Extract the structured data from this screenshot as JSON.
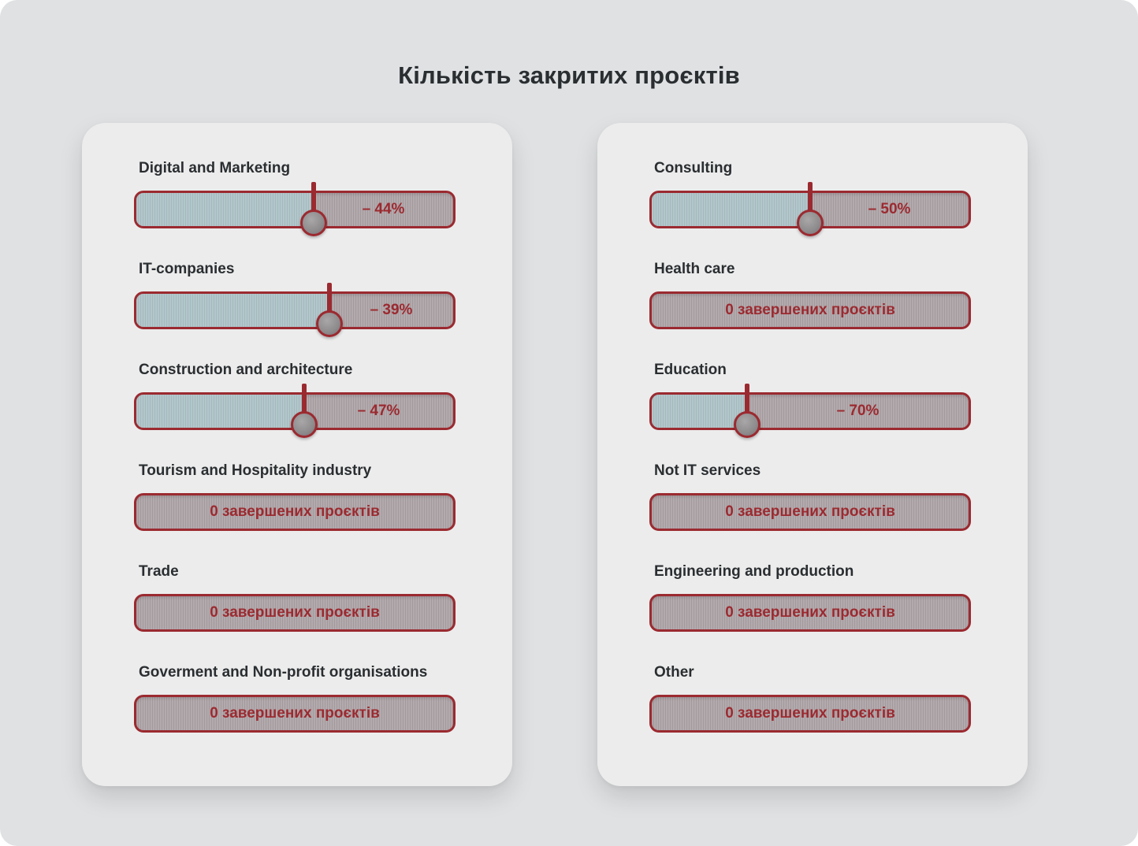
{
  "page": {
    "title": "Кількість закритих проєктів"
  },
  "colors": {
    "background": "#dfe1e3",
    "card": "#ececec",
    "accent_red": "#9b2a30",
    "fill_blue": "#b2c7cb",
    "track_grey": "#b3aaad",
    "text_dark": "#2a2e31"
  },
  "left_card": {
    "items": [
      {
        "label": "Digital and Marketing",
        "value_text": "– 44%",
        "fill_fraction": 0.56
      },
      {
        "label": "IT-companies",
        "value_text": "– 39%",
        "fill_fraction": 0.61
      },
      {
        "label": "Construction and architecture",
        "value_text": "– 47%",
        "fill_fraction": 0.53
      },
      {
        "label": "Tourism and Hospitality industry",
        "value_text": "0 завершених проєктів"
      },
      {
        "label": "Trade",
        "value_text": "0 завершених проєктів"
      },
      {
        "label": "Goverment and Non-profit organisations",
        "value_text": "0 завершених проєктів"
      }
    ]
  },
  "right_card": {
    "items": [
      {
        "label": "Consulting",
        "value_text": "– 50%",
        "fill_fraction": 0.5
      },
      {
        "label": "Health care",
        "value_text": "0 завершених проєктів"
      },
      {
        "label": "Education",
        "value_text": "– 70%",
        "fill_fraction": 0.3
      },
      {
        "label": "Not IT services",
        "value_text": "0 завершених проєктів"
      },
      {
        "label": "Engineering and production",
        "value_text": "0 завершених проєктів"
      },
      {
        "label": "Other",
        "value_text": "0 завершених проєктів"
      }
    ]
  }
}
